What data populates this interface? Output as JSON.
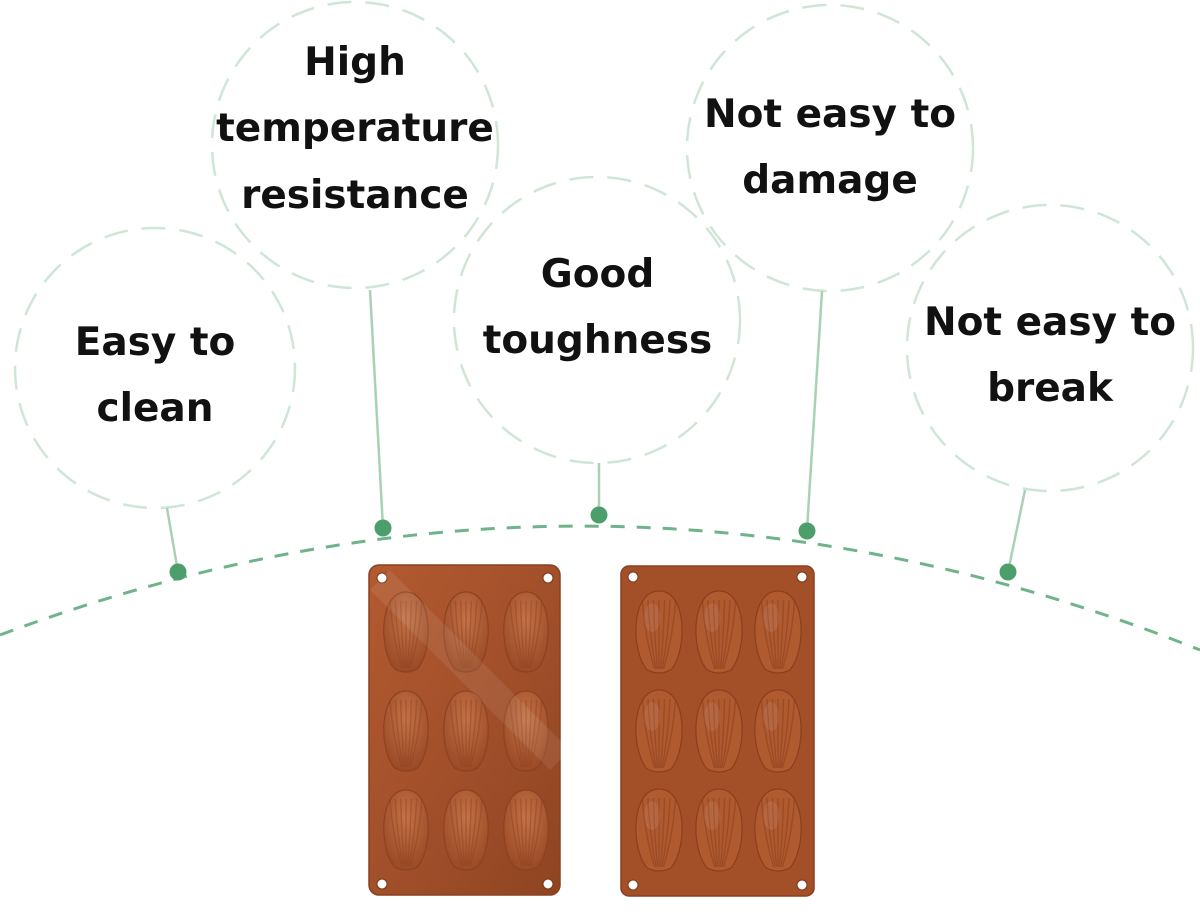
{
  "features": [
    {
      "id": "easy-to-clean",
      "lines": [
        "Easy to",
        "clean"
      ]
    },
    {
      "id": "high-temperature-resistance",
      "lines": [
        "High",
        "temperature",
        "resistance"
      ]
    },
    {
      "id": "good-toughness",
      "lines": [
        "Good",
        "toughness"
      ]
    },
    {
      "id": "not-easy-to-damage",
      "lines": [
        "Not easy to",
        "damage"
      ]
    },
    {
      "id": "not-easy-to-break",
      "lines": [
        "Not easy to",
        "break"
      ]
    }
  ],
  "colors": {
    "circle_dash": "#cfe6d6",
    "connector": "#a9d2b5",
    "dot": "#4c9e6b",
    "arc_dash": "#6fb38a",
    "mold": "#a2502a",
    "mold_edge": "#8a4020",
    "cavity": "#b7643a",
    "rib": "#8e4222"
  },
  "products": [
    {
      "id": "mold-cavities-up",
      "cavities": 9
    },
    {
      "id": "mold-raised-shells",
      "cavities": 9
    }
  ],
  "icons": [
    "dashed-circle",
    "connector-dot",
    "madeleine-shell"
  ]
}
